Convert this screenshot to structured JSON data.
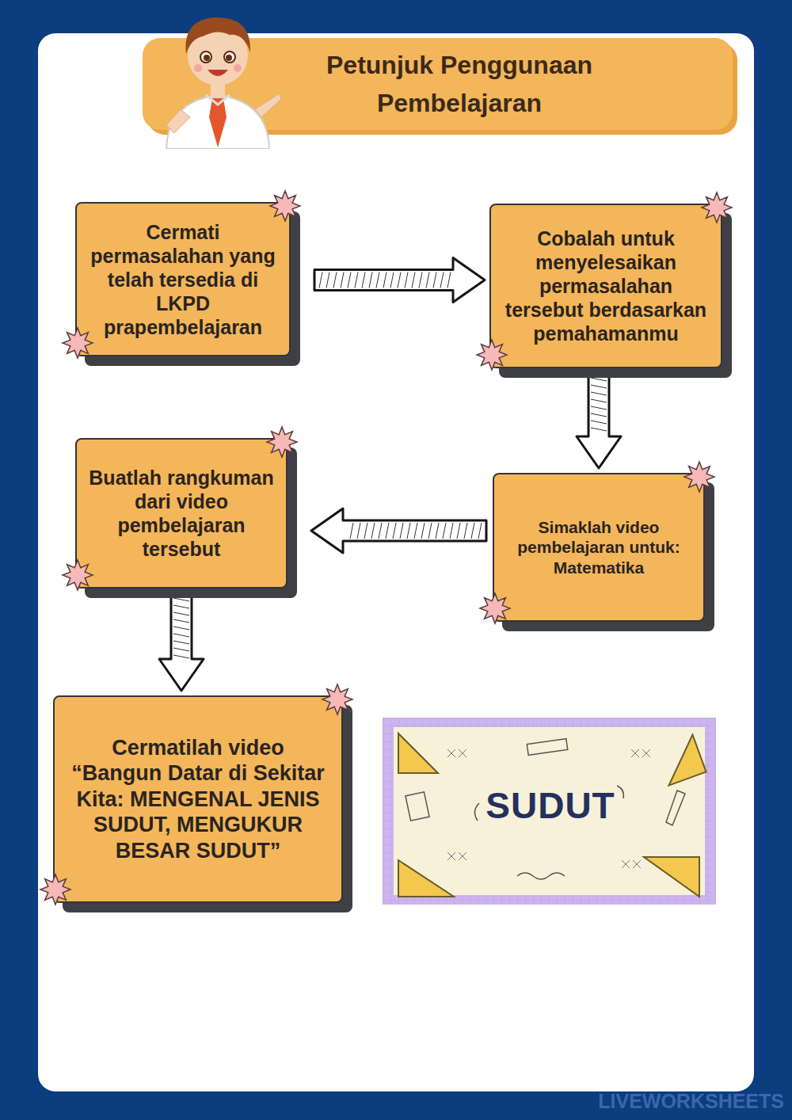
{
  "diagram": {
    "title": "Petunjuk Penggunaan Pembelajaran",
    "nodes": [
      {
        "text": [
          "Cermati permasalahan yang telah tersedia di LKPD prapembelajaran"
        ]
      },
      {
        "text": [
          "Cobalah untuk menyelesaikan permasalahan tersebut berdasarkan pemahamanmu"
        ]
      },
      {
        "text": [
          "Buatlah rangkuman dari video pembelajaran tersebut"
        ]
      },
      {
        "text": [
          "Simaklah video pembelajaran untuk: Matematika"
        ]
      },
      {
        "text": [
          "Cermatilah video “Bangun Datar di Sekitar Kita: MENGENAL JENIS SUDUT, MENGUKUR BESAR SUDUT”"
        ]
      }
    ],
    "edges": [
      {
        "from": 0,
        "to": 1,
        "arrow": "to"
      },
      {
        "from": 1,
        "to": 3,
        "arrow": "to"
      },
      {
        "from": 3,
        "to": 2,
        "arrow": "to"
      },
      {
        "from": 2,
        "to": 4,
        "arrow": "to"
      }
    ],
    "labels": [
      "SUDUT",
      "LIVEWORKSHEETS"
    ]
  }
}
